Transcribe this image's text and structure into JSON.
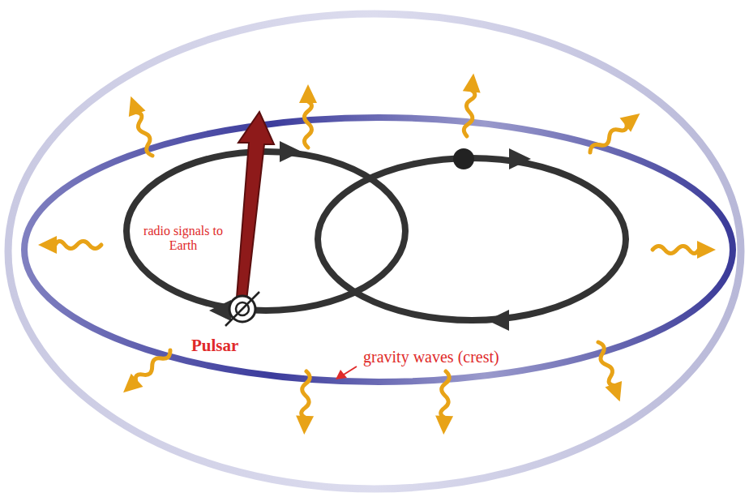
{
  "diagram": {
    "labels": [
      "radio signals to Earth",
      "Pulsar",
      "gravity waves (crest)"
    ]
  }
}
